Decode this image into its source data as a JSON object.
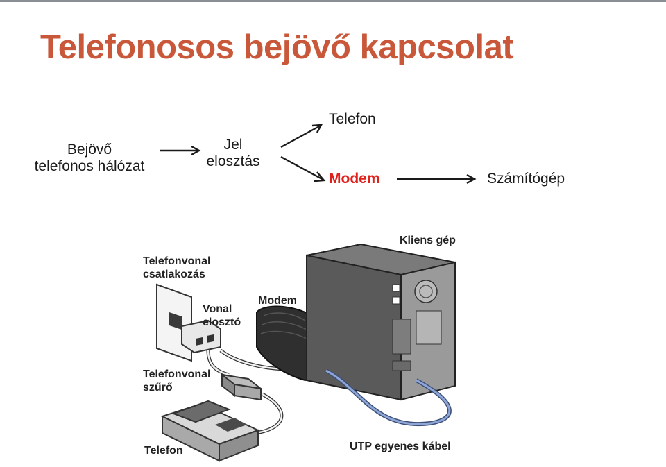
{
  "title": "Telefonosos bejövő kapcsolat",
  "flow": {
    "incoming_line1": "Bejövő",
    "incoming_line2": "telefonos hálózat",
    "split_line1": "Jel",
    "split_line2": "elosztás",
    "phone": "Telefon",
    "modem": "Modem",
    "computer": "Számítógép"
  },
  "illustration": {
    "client_pc": "Kliens gép",
    "wall_jack_line1": "Telefonvonal",
    "wall_jack_line2": "csatlakozás",
    "splitter_line1": "Vonal",
    "splitter_line2": "elosztó",
    "modem": "Modem",
    "filter_line1": "Telefonvonal",
    "filter_line2": "szűrő",
    "telephone": "Telefon",
    "utp_cable": "UTP egyenes kábel"
  },
  "colors": {
    "title": "#c9573a",
    "modem_highlight": "#e0201b",
    "utp_cable": "#6f86b8"
  }
}
